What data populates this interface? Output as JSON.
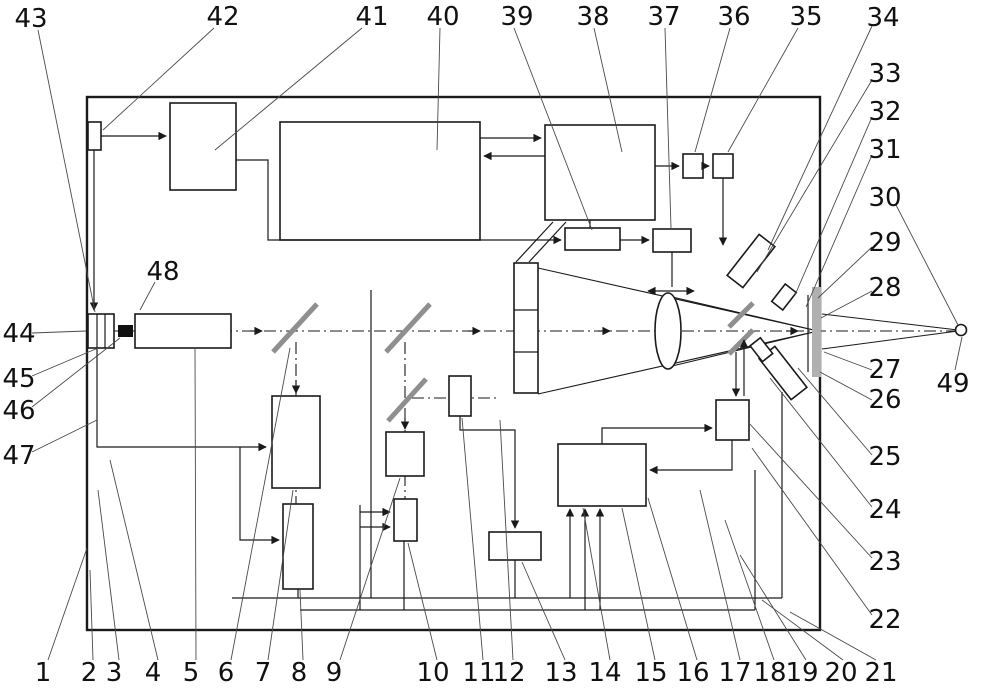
{
  "figure": {
    "kind": "optical-system-schematic",
    "labels": {
      "n1": "1",
      "n2": "2",
      "n3": "3",
      "n4": "4",
      "n5": "5",
      "n6": "6",
      "n7": "7",
      "n8": "8",
      "n9": "9",
      "n10": "10",
      "n11": "11",
      "n12": "12",
      "n13": "13",
      "n14": "14",
      "n15": "15",
      "n16": "16",
      "n17": "17",
      "n18": "18",
      "n19": "19",
      "n20": "20",
      "n21": "21",
      "n22": "22",
      "n23": "23",
      "n24": "24",
      "n25": "25",
      "n26": "26",
      "n27": "27",
      "n28": "28",
      "n29": "29",
      "n30": "30",
      "n31": "31",
      "n32": "32",
      "n33": "33",
      "n34": "34",
      "n35": "35",
      "n36": "36",
      "n37": "37",
      "n38": "38",
      "n39": "39",
      "n40": "40",
      "n41": "41",
      "n42": "42",
      "n43": "43",
      "n44": "44",
      "n45": "45",
      "n46": "46",
      "n47": "47",
      "n48": "48",
      "n49": "49"
    },
    "colors": {
      "line": "#1a1a1a",
      "mirror": "#8f8f8f",
      "sample": "#b0b0b0",
      "background": "#ffffff"
    }
  }
}
